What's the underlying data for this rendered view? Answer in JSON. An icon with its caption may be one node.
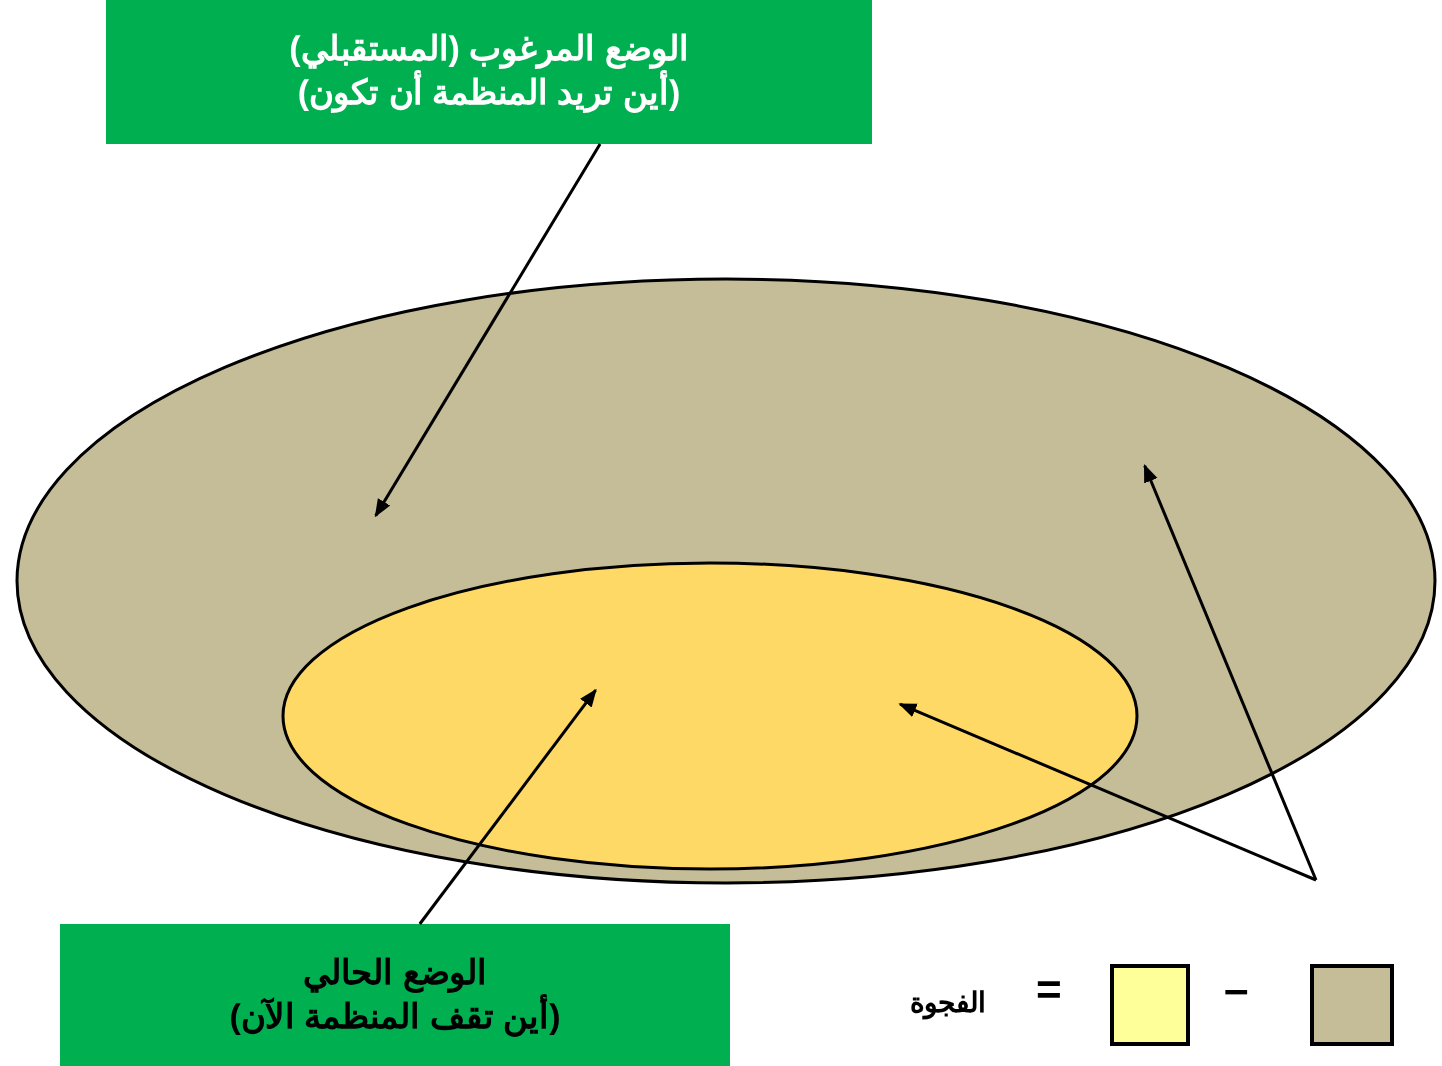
{
  "diagram": {
    "nodes": [
      {
        "text": [
          "الوضع المرغوب (المستقبلي)",
          "(أين تريد المنظمة أن تكون)"
        ]
      },
      {
        "text": [],
        "shape": "ellipse"
      },
      {
        "text": [],
        "shape": "ellipse",
        "in": 1
      },
      {
        "text": [
          "الوضع الحالي",
          "(أين تقف المنظمة الآن)"
        ]
      },
      {
        "text": [],
        "shape": "box"
      },
      {
        "text": [],
        "shape": "box"
      }
    ],
    "edges": [
      {
        "from": 0,
        "to": 1,
        "arrow": "to"
      },
      {
        "from": 3,
        "to": 2,
        "arrow": "to"
      },
      {
        "from": null,
        "to": 1,
        "arrow": "to"
      },
      {
        "from": null,
        "to": 2,
        "arrow": "to"
      }
    ],
    "labels": [
      "الفجوة",
      "=",
      "–"
    ]
  }
}
